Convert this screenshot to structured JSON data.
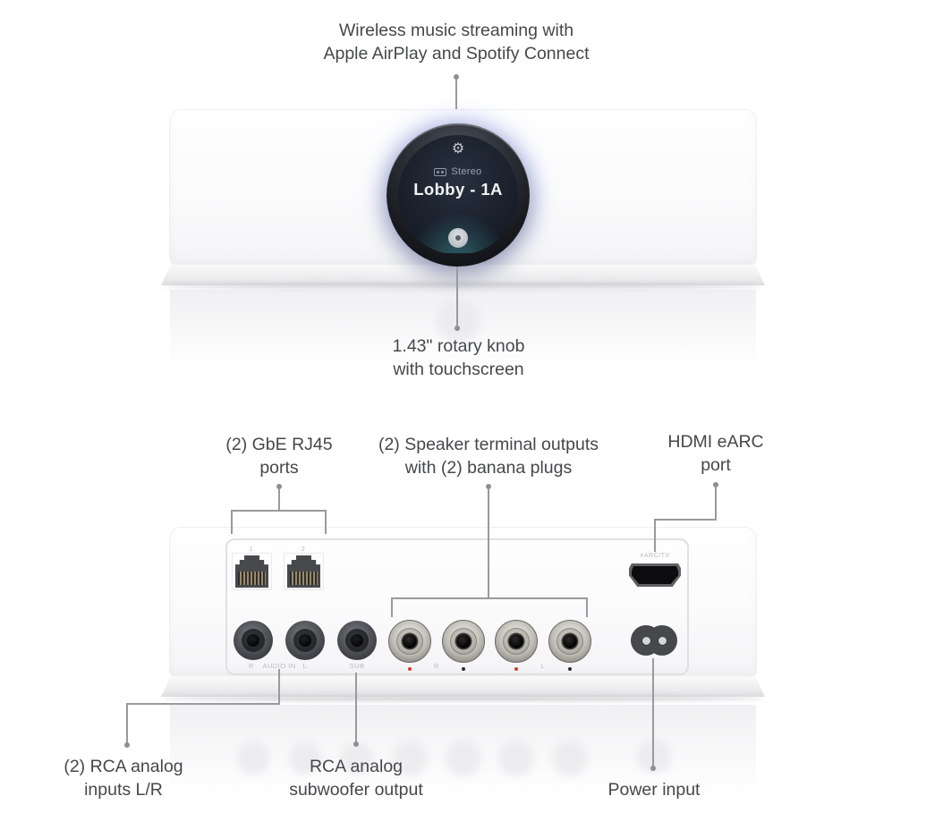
{
  "front": {
    "callout_streaming": {
      "line1": "Wireless music streaming with",
      "line2": "Apple AirPlay and Spotify Connect"
    },
    "callout_knob": {
      "line1": "1.43\" rotary knob",
      "line2": "with touchscreen"
    },
    "screen": {
      "gear_icon_glyph": "⚙",
      "mode_label": "Stereo",
      "zone_name": "Lobby - 1A"
    }
  },
  "rear": {
    "callout_rj45": {
      "line1": "(2) GbE RJ45",
      "line2": "ports"
    },
    "callout_speaker": {
      "line1": "(2) Speaker terminal outputs",
      "line2": "with (2) banana plugs"
    },
    "callout_hdmi": {
      "line1": "HDMI eARC",
      "line2": "port"
    },
    "callout_rca_inputs": {
      "line1": "(2) RCA analog",
      "line2": "inputs L/R"
    },
    "callout_subwoofer": {
      "line1": "RCA analog",
      "line2": "subwoofer output"
    },
    "callout_power": {
      "line1": "Power input"
    },
    "panel": {
      "rj45_port_numbers": [
        "1",
        "2"
      ],
      "hdmi_port_label": "eARC/TV",
      "rca_input_right": "R",
      "rca_input_group": "AUDIO IN",
      "rca_input_left": "L",
      "subwoofer_label": "SUB",
      "speaker_channel_right": "R",
      "speaker_channel_left": "L"
    }
  },
  "colors": {
    "background": "#ffffff",
    "callout_line": "#9a9a9c",
    "label_text": "#45484b",
    "knob_glow": "#6f8cff",
    "screen_background": "#1a212c",
    "terminal_positive_dot": "#d93a35",
    "terminal_negative_dot": "#2b2b2b",
    "port_label_text": "#b9babc"
  }
}
